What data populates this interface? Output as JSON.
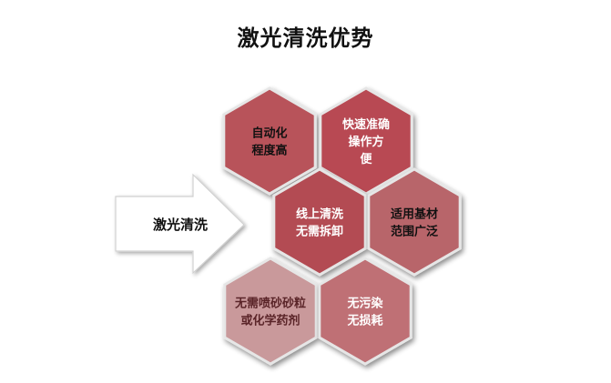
{
  "title": "激光清洗优势",
  "arrow": {
    "label": "激光清洗"
  },
  "hexagons": [
    {
      "lines": [
        "自动化",
        "程度高"
      ],
      "fill": "#b8535a",
      "text_color": "#111111"
    },
    {
      "lines": [
        "快速准确",
        "操作方",
        "便"
      ],
      "fill": "#b84a52",
      "text_color": "#ffffff"
    },
    {
      "lines": [
        "线上清洗",
        "无需拆卸"
      ],
      "fill": "#b34c53",
      "text_color": "#ffffff"
    },
    {
      "lines": [
        "适用基材",
        "范围广泛"
      ],
      "fill": "#b8656a",
      "text_color": "#111111"
    },
    {
      "lines": [
        "无需喷砂砂粒",
        "或化学药剂"
      ],
      "fill": "#c9999b",
      "text_color": "#5a2428"
    },
    {
      "lines": [
        "无污染",
        "无损耗"
      ],
      "fill": "#bf6f74",
      "text_color": "#ffffff"
    }
  ],
  "colors": {
    "hex_border": "#e6e6e6",
    "arrow_fill": "#ffffff",
    "arrow_border": "#d0d0d0"
  }
}
